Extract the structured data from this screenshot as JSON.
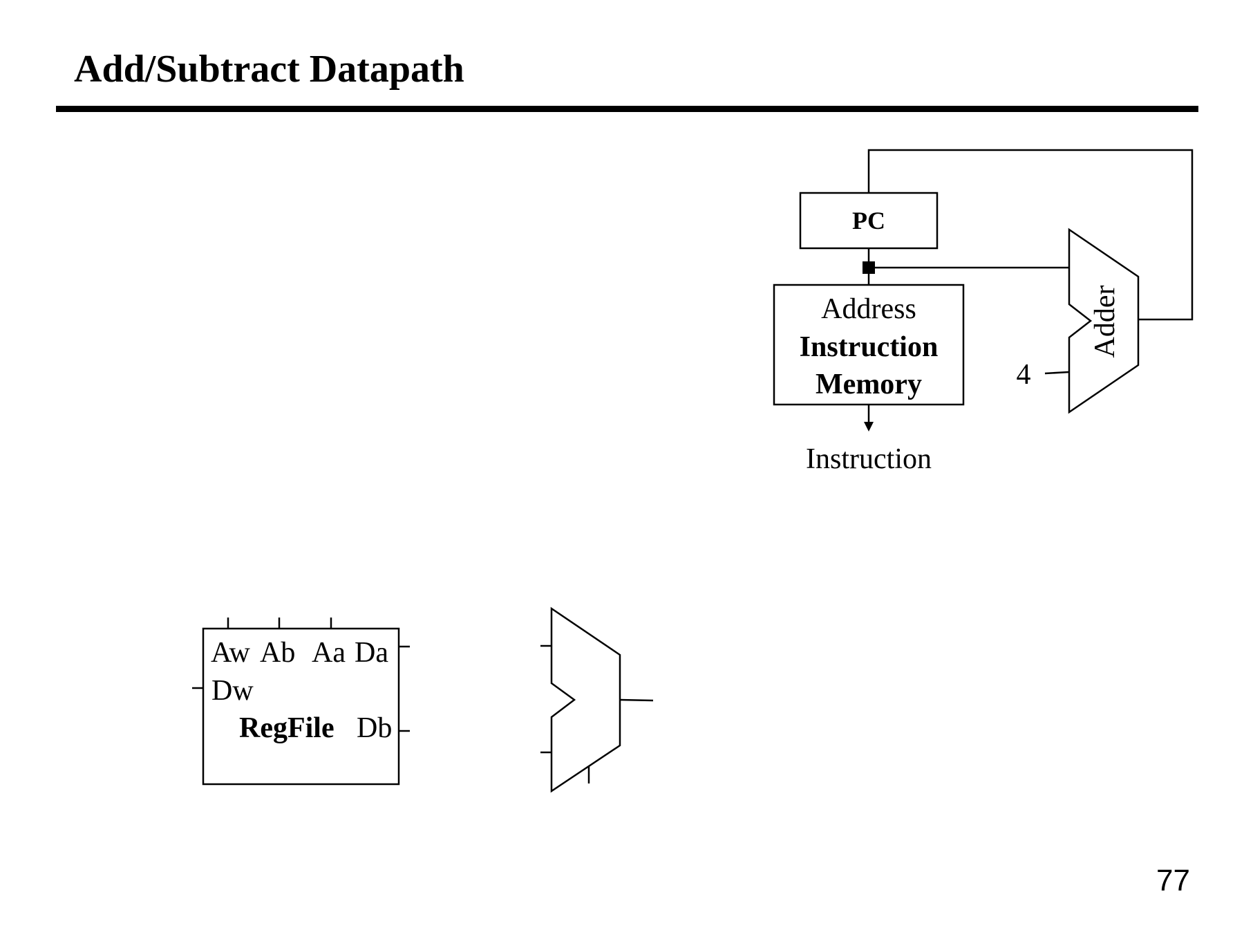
{
  "slide": {
    "title": "Add/Subtract Datapath",
    "page_number": "77"
  },
  "pc": {
    "label": "PC"
  },
  "instruction_memory": {
    "address_label": "Address",
    "name_line1": "Instruction",
    "name_line2": "Memory",
    "output_label": "Instruction"
  },
  "adder": {
    "label": "Adder",
    "constant_input": "4"
  },
  "regfile": {
    "port_aw": "Aw",
    "port_ab": "Ab",
    "port_aa": "Aa",
    "port_da": "Da",
    "port_dw": "Dw",
    "name": "RegFile",
    "port_db": "Db"
  }
}
